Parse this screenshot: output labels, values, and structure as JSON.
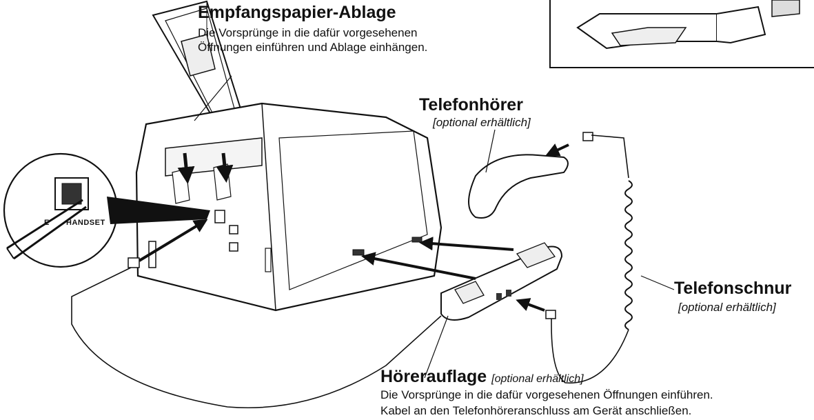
{
  "tray": {
    "title": "Empfangspapier-Ablage",
    "text_line1": "Die Vorsprünge in die dafür vorgesehenen",
    "text_line2": "Öffnungen einführen und Ablage einhängen."
  },
  "handset": {
    "title": "Telefonhörer",
    "optional": "[optional erhältlich]"
  },
  "cord": {
    "title": "Telefonschnur",
    "optional": "[optional erhältlich]"
  },
  "cradle": {
    "title": "Hörerauflage",
    "optional": "[optional erhältlich]",
    "text_line1": "Die Vorsprünge in die dafür vorgesehenen Öffnungen einführen.",
    "text_line2": "Kabel an den Telefonhöreranschluss am Gerät anschließen."
  },
  "port_label": "HANDSET",
  "port_label_prefix": "E"
}
